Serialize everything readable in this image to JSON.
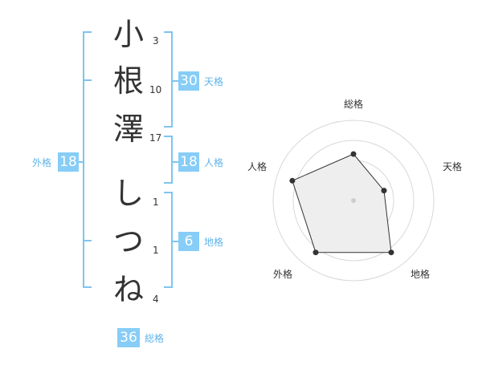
{
  "name": {
    "characters": [
      {
        "char": "小",
        "strokes": "3"
      },
      {
        "char": "根",
        "strokes": "10"
      },
      {
        "char": "澤",
        "strokes": "17"
      },
      {
        "char": "し",
        "strokes": "1"
      },
      {
        "char": "つ",
        "strokes": "1"
      },
      {
        "char": "ね",
        "strokes": "4"
      }
    ]
  },
  "fortunes": {
    "tenkaku": {
      "value": "30",
      "label": "天格"
    },
    "jinkaku": {
      "value": "18",
      "label": "人格"
    },
    "chikaku": {
      "value": "6",
      "label": "地格"
    },
    "gaikaku": {
      "value": "18",
      "label": "外格"
    },
    "soukaku": {
      "value": "36",
      "label": "総格"
    }
  },
  "colors": {
    "accent": "#87cdf7",
    "bracket": "#7fc4f0",
    "label": "#5fb4ea",
    "text": "#333333",
    "grid": "#d8d8d8",
    "fill": "#eeeeee",
    "line": "#333333"
  },
  "chart_data": {
    "type": "radar",
    "axes": [
      "総格",
      "天格",
      "地格",
      "外格",
      "人格"
    ],
    "values": [
      0.58,
      0.4,
      0.8,
      0.8,
      0.8
    ],
    "range": [
      0,
      1
    ],
    "rings": 4,
    "grid": true
  }
}
